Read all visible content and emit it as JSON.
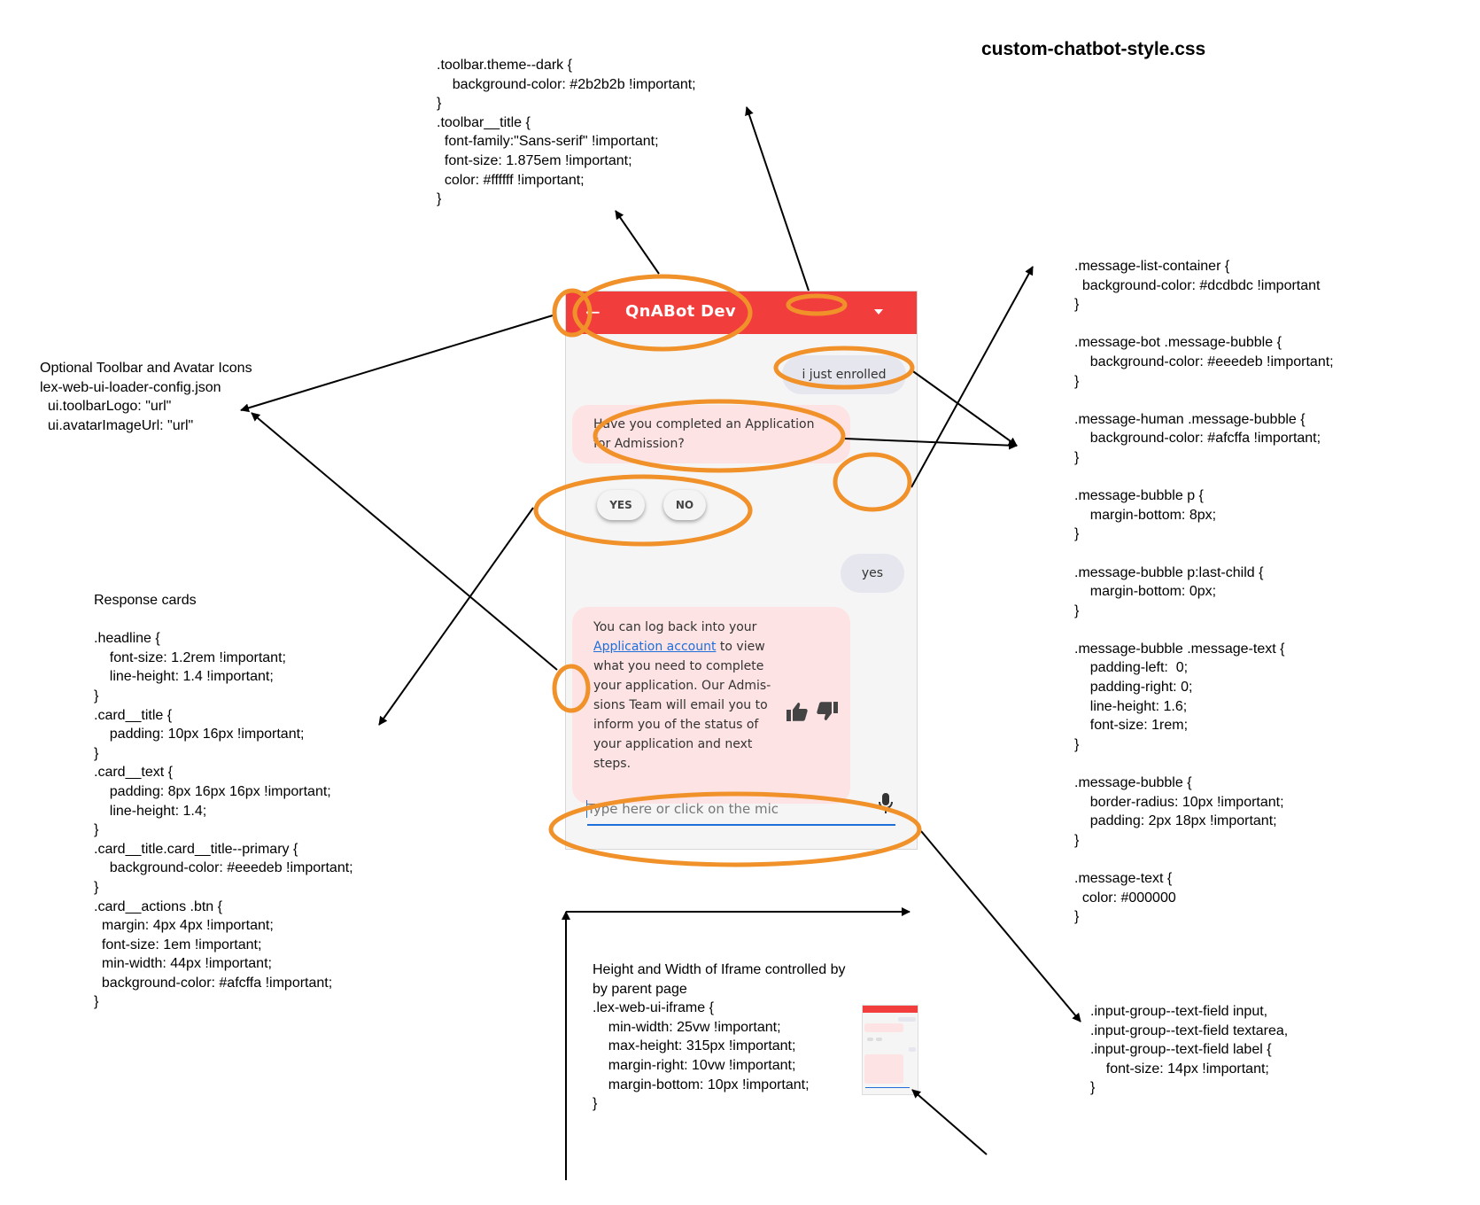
{
  "file_title": "custom-chatbot-style.css",
  "notes": {
    "toolbar_css": ".toolbar.theme--dark {\n    background-color: #2b2b2b !important;\n}\n.toolbar__title {\n  font-family:\"Sans-serif\" !important;\n  font-size: 1.875em !important;\n  color: #ffffff !important;\n}",
    "icons_config": "Optional Toolbar and Avatar Icons\nlex-web-ui-loader-config.json\n  ui.toolbarLogo: \"url\"\n  ui.avatarImageUrl: \"url\"",
    "response_cards": "Response cards\n\n.headline {\n    font-size: 1.2rem !important;\n    line-height: 1.4 !important;\n}\n.card__title {\n    padding: 10px 16px !important;\n}\n.card__text {\n    padding: 8px 16px 16px !important;\n    line-height: 1.4;\n}\n.card__title.card__title--primary {\n    background-color: #eeedeb !important;\n}\n.card__actions .btn {\n  margin: 4px 4px !important;\n  font-size: 1em !important;\n  min-width: 44px !important;\n  background-color: #afcffa !important;\n}",
    "message_css": ".message-list-container {\n  background-color: #dcdbdc !important\n}\n\n.message-bot .message-bubble {\n    background-color: #eeedeb !important;\n}\n\n.message-human .message-bubble {\n    background-color: #afcffa !important;\n}\n\n.message-bubble p {\n    margin-bottom: 8px;\n}\n\n.message-bubble p:last-child {\n    margin-bottom: 0px;\n}\n\n.message-bubble .message-text {\n    padding-left:  0;\n    padding-right: 0;\n    line-height: 1.6;\n    font-size: 1rem;\n}\n\n.message-bubble {\n    border-radius: 10px !important;\n    padding: 2px 18px !important;\n}\n\n.message-text {\n  color: #000000\n}",
    "input_css": ".input-group--text-field input,\n.input-group--text-field textarea,\n.input-group--text-field label {\n    font-size: 14px !important;\n}",
    "iframe_css": "Height and Width of Iframe controlled by\nby parent page\n.lex-web-ui-iframe {\n    min-width: 25vw !important;\n    max-height: 315px !important;\n    margin-right: 10vw !important;\n    margin-bottom: 10px !important;\n}"
  },
  "chat": {
    "back_icon": "←",
    "title": "QnABot Dev",
    "human_message_1": "i just enrolled",
    "bot_message_1": "Have you completed an Application for Admission?",
    "card_buttons": [
      "YES",
      "NO"
    ],
    "human_message_2": "yes",
    "bot_message_2": {
      "before_link": "You can log back into your ",
      "link": "Application account",
      "after_link": " to view what you need to complete your application. Our Admis­sions Team will email you to inform you of the status of your application and next steps."
    },
    "input_placeholder": "Type here or click on the mic"
  },
  "colors": {
    "toolbar": "#f23d3d",
    "callout_outline": "#f0912a",
    "bot_bubble": "#fde3e3",
    "human_bubble": "#e6e6ee",
    "link": "#1e6fd9"
  }
}
